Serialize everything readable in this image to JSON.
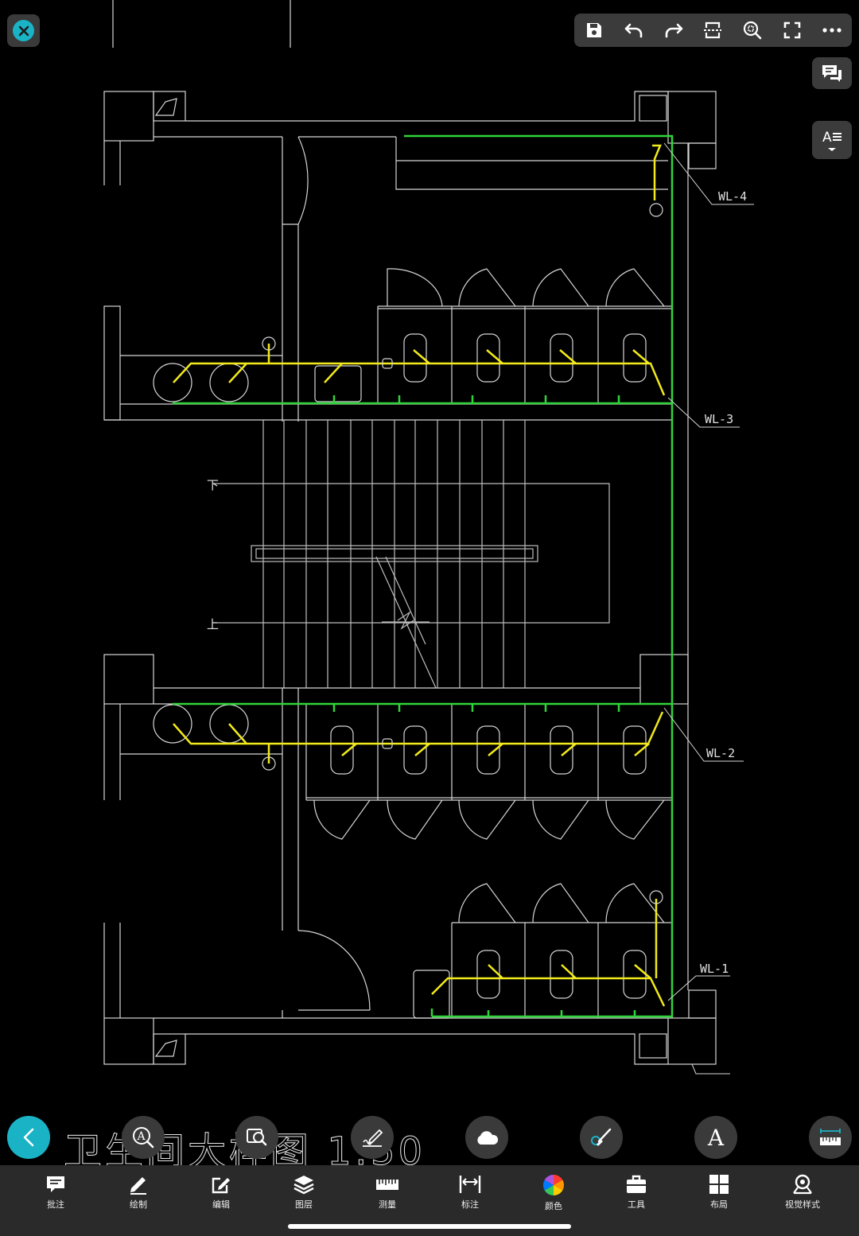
{
  "drawing": {
    "title": "卫生间大样图 1:50",
    "labels": {
      "wl4": "WL-4",
      "wl3": "WL-3",
      "wl2": "WL-2",
      "wl1": "WL-1",
      "down": "下",
      "up": "上"
    }
  },
  "top_toolbar": {
    "icons": [
      "save-icon",
      "undo-icon",
      "redo-icon",
      "crop-icon",
      "zoom-fit-icon",
      "fullscreen-icon",
      "more-icon"
    ]
  },
  "floating_tools": {
    "icons": [
      "back-icon",
      "text-search-icon",
      "search-icon",
      "signature-icon",
      "cloud-icon",
      "brush-icon",
      "text-icon",
      "ruler-icon"
    ],
    "text_tool_glyph": "A"
  },
  "bottom_nav": [
    {
      "label": "批注",
      "icon": "comment-icon"
    },
    {
      "label": "绘制",
      "icon": "pencil-icon"
    },
    {
      "label": "编辑",
      "icon": "edit-icon"
    },
    {
      "label": "图层",
      "icon": "layers-icon"
    },
    {
      "label": "测量",
      "icon": "ruler-icon"
    },
    {
      "label": "标注",
      "icon": "dimension-icon"
    },
    {
      "label": "颜色",
      "icon": "color-wheel-icon"
    },
    {
      "label": "工具",
      "icon": "toolbox-icon"
    },
    {
      "label": "布局",
      "icon": "layout-icon"
    },
    {
      "label": "视觉样式",
      "icon": "visual-style-icon"
    }
  ],
  "colors": {
    "accent": "#1ab3c6",
    "green_pipe": "#2fd43a",
    "yellow_pipe": "#f2ea1a",
    "wall": "#d8d8d8"
  }
}
